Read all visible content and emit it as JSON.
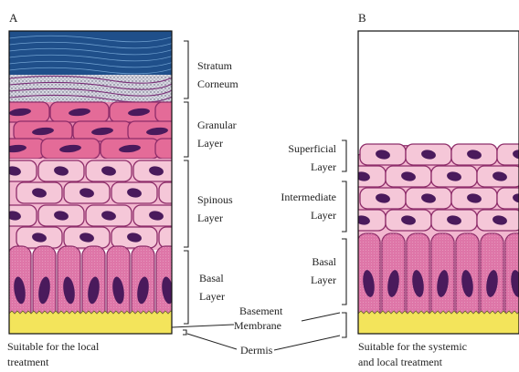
{
  "panel_a": {
    "letter": "A",
    "caption": [
      "Suitable for the local",
      "treatment"
    ],
    "layers": [
      {
        "name": [
          "Stratum",
          "Corneum"
        ]
      },
      {
        "name": [
          "Granular",
          "Layer"
        ]
      },
      {
        "name": [
          "Spinous",
          "Layer"
        ]
      },
      {
        "name": [
          "Basal",
          "Layer"
        ]
      }
    ]
  },
  "panel_b": {
    "letter": "B",
    "caption": [
      "Suitable for the systemic",
      "and local treatment"
    ],
    "layers": [
      {
        "name": [
          "Superficial",
          "Layer"
        ]
      },
      {
        "name": [
          "Intermediate",
          "Layer"
        ]
      },
      {
        "name": [
          "Basal",
          "Layer"
        ]
      }
    ]
  },
  "shared": {
    "basement_membrane": [
      "Basement",
      "Membrane"
    ],
    "dermis": "Dermis"
  },
  "colors": {
    "stratum_corneum": "#1f4f8a",
    "stratum_light": "#c9c9d6",
    "granular": "#e46b98",
    "spinous": "#f5c7d8",
    "basal": "#de76a8",
    "nucleus": "#4a1a5c",
    "cell_outline": "#8e2d6a",
    "basement": "#f3e45b",
    "outline": "#111111"
  }
}
